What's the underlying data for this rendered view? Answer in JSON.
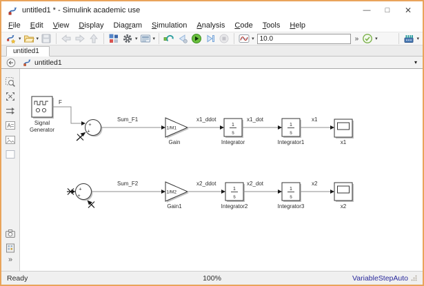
{
  "window": {
    "title": "untitled1 * - Simulink academic use"
  },
  "icons": {
    "caret": "▾",
    "overflow": "»",
    "chevrons": "»",
    "minimize": "—",
    "maximize": "□",
    "close": "✕",
    "breadcrumb_caret": "▾",
    "annotation_glyph": "A"
  },
  "menu": {
    "items": [
      {
        "label": "File",
        "mnemonic": 0
      },
      {
        "label": "Edit",
        "mnemonic": 0
      },
      {
        "label": "View",
        "mnemonic": 0
      },
      {
        "label": "Display",
        "mnemonic": 0
      },
      {
        "label": "Diagram",
        "mnemonic": 4
      },
      {
        "label": "Simulation",
        "mnemonic": 0
      },
      {
        "label": "Analysis",
        "mnemonic": 0
      },
      {
        "label": "Code",
        "mnemonic": 0
      },
      {
        "label": "Tools",
        "mnemonic": 0
      },
      {
        "label": "Help",
        "mnemonic": 0
      }
    ]
  },
  "toolbar": {
    "stop_time": "10.0"
  },
  "tab": {
    "label": "untitled1"
  },
  "breadcrumb": {
    "model": "untitled1"
  },
  "diagram": {
    "blocks": {
      "signal_generator": {
        "line1": "Signal",
        "line2": "Generator"
      },
      "gain": {
        "value": "1/M1",
        "label": "Gain"
      },
      "gain1": {
        "value": "1/M2",
        "label": "Gain1"
      },
      "integrator": {
        "num": "1",
        "den": "s",
        "label": "Integrator"
      },
      "integrator1": {
        "num": "1",
        "den": "s",
        "label": "Integrator1"
      },
      "integrator2": {
        "num": "1",
        "den": "s",
        "label": "Integrator2"
      },
      "integrator3": {
        "num": "1",
        "den": "s",
        "label": "Integrator3"
      },
      "scope1": {
        "label": "x1"
      },
      "scope2": {
        "label": "x2"
      },
      "sum": {
        "plus": "+"
      }
    },
    "signals": {
      "f": "F",
      "sum_f1": "Sum_F1",
      "x1_ddot": "x1_ddot",
      "x1_dot": "x1_dot",
      "x1": "x1",
      "sum_f2": "Sum_F2",
      "x2_ddot": "x2_ddot",
      "x2_dot": "x2_dot",
      "x2": "x2"
    }
  },
  "status": {
    "state": "Ready",
    "zoom": "100%",
    "solver": "VariableStepAuto"
  }
}
